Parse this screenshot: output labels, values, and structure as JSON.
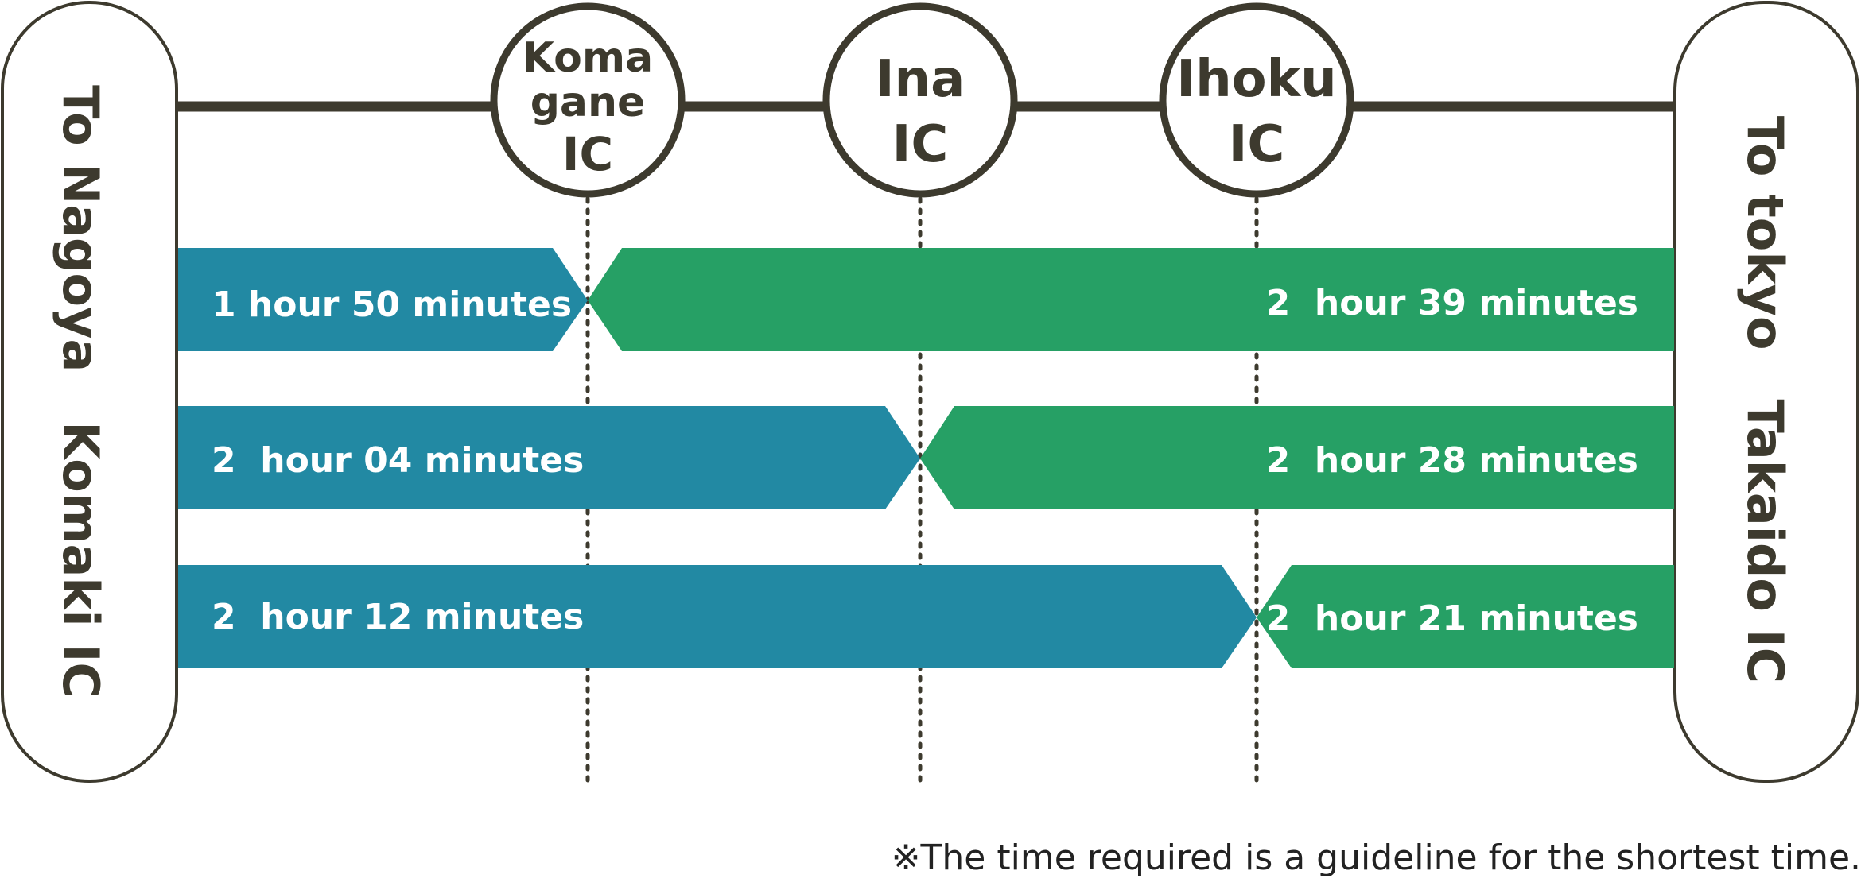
{
  "colors": {
    "outline": "#3d3a2e",
    "to_nagoya": "#2289a3",
    "to_tokyo": "#26a065",
    "label_text": "#ffffff"
  },
  "terminals": {
    "left": "To Nagoya　Komaki IC",
    "right": "To tokyo　Takaido IC"
  },
  "interchanges": [
    {
      "lines": [
        "Koma",
        "gane",
        "IC"
      ]
    },
    {
      "lines": [
        "Ina",
        "IC"
      ]
    },
    {
      "lines": [
        "Ihoku",
        "IC"
      ]
    }
  ],
  "rows": [
    {
      "ic": "Komagane IC",
      "left_time": "1 hour 50 minutes",
      "right_time": "2  hour 39 minutes"
    },
    {
      "ic": "Ina IC",
      "left_time": "2  hour 04 minutes",
      "right_time": "2  hour 28 minutes"
    },
    {
      "ic": "Ihoku IC",
      "left_time": "2  hour 12 minutes",
      "right_time": "2  hour 21 minutes"
    }
  ],
  "note": "※The time required is a guideline for the shortest time."
}
